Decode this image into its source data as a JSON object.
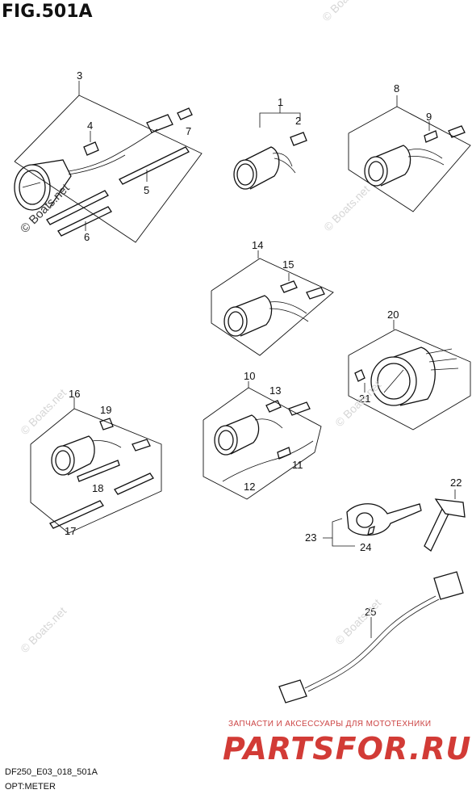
{
  "figure": {
    "title": "FIG.501A",
    "code": "DF250_E03_018_501A",
    "description": "OPT:METER"
  },
  "callouts": [
    "1",
    "2",
    "3",
    "4",
    "5",
    "6",
    "7",
    "8",
    "9",
    "10",
    "11",
    "12",
    "13",
    "14",
    "15",
    "16",
    "17",
    "18",
    "19",
    "20",
    "21",
    "22",
    "23",
    "24",
    "25"
  ],
  "watermarks": {
    "boats": "© Boats.net",
    "shop_caption": "ЗАПЧАСТИ И АКСЕССУАРЫ ДЛЯ МОТОТЕХНИКИ",
    "shop_brand": "PARTSFOR.RU"
  },
  "colors": {
    "line": "#111111",
    "brand": "#d23b36",
    "watermark": "#d6d6d6"
  }
}
